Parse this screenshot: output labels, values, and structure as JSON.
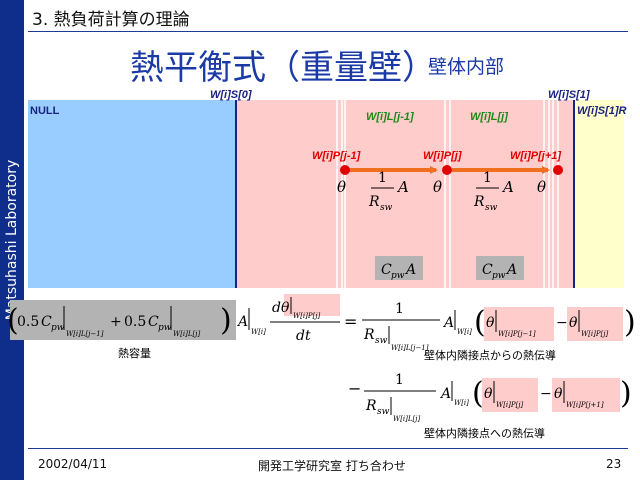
{
  "slide": {
    "lab_name": "Matsuhashi Laboratory",
    "section_title": "3. 熱負荷計算の理論",
    "main_title": "熱平衡式（重量壁）",
    "sub_title": "壁体内部",
    "date": "2002/04/11",
    "footer_center": "開発工学研究室 打ち合わせ",
    "page_number": "23"
  },
  "diagram": {
    "null_label": "NULL",
    "wall_s0": "W[i]S[0]",
    "wall_s1": "W[i]S[1]",
    "wall_s1r": "W[i]S[1]R",
    "layer_prev": "W[i]L[j-1]",
    "layer_cur": "W[i]L[j]",
    "point_prev": "W[i]P[j-1]",
    "point_cur": "W[i]P[j]",
    "point_next": "W[i]P[j+1]",
    "theta": "θ",
    "one": "1",
    "A": "A",
    "R": "R",
    "sw": "sw",
    "C": "C",
    "pw": "pw"
  },
  "equation": {
    "coef_05": "0.5",
    "plus": "+",
    "minus": "−",
    "equals": "=",
    "d": "d",
    "dt": "dt",
    "sub_w": "W[i]",
    "sub_pj": "W[i]P[j]",
    "sub_lj1": "W[i]L[j−1]",
    "sub_lj": "W[i]L[j]",
    "sub_pj1": "W[i]P[j−1]",
    "sub_pjp1": "W[i]P[j+1]",
    "caption_capacity": "熱容量",
    "caption_from": "壁体内隣接点からの熱伝導",
    "caption_to": "壁体内隣接点への熱伝導"
  },
  "colors": {
    "sidebar": "#0f2e8c",
    "title_blue": "#1b3aa6",
    "null_region": "#99ccff",
    "wall_pink": "#ffcccc",
    "outer_yellow": "#ffffcc",
    "boundary_line": "#1a237e",
    "arrow_orange": "#f07020",
    "point_red": "#e00000",
    "label_red": "#e00000",
    "label_green": "#1a8a1a",
    "label_blue": "#1a237e",
    "capacity_gray": "#b3b3b3",
    "caption_blue": "#1f3fc8"
  }
}
